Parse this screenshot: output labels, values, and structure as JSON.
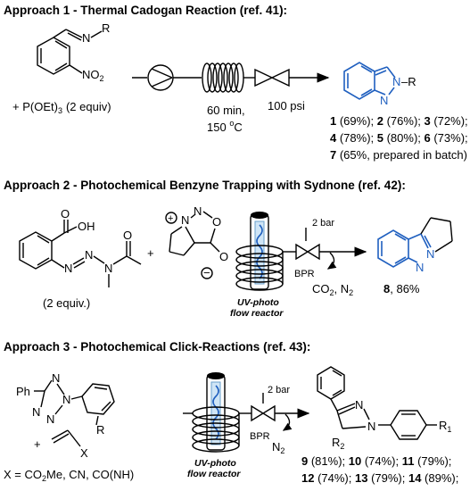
{
  "approach1": {
    "title": "Approach 1 - Thermal Cadogan Reaction (ref. 41):",
    "reagent_n": "N",
    "reagent_r": "R",
    "reagent_no2": "NO",
    "reagent_no2_sub": "2",
    "additive": "+ P(OEt)",
    "additive_sub": "3",
    "additive_equiv": "(2 equiv)",
    "time": "60 min,",
    "temp": "150 ",
    "temp_unit": "o",
    "temp_c": "C",
    "pressure": "100 psi",
    "product_n1": "N",
    "product_n2": "N",
    "product_r": "–R",
    "yields": [
      {
        "num": "1",
        "val": " (69%); "
      },
      {
        "num": "2",
        "val": " (76%); "
      },
      {
        "num": "3",
        "val": " (72%);"
      },
      {
        "num": "4",
        "val": " (78%); "
      },
      {
        "num": "5",
        "val": " (80%); "
      },
      {
        "num": "6",
        "val": " (73%);"
      },
      {
        "num": "7",
        "val": " (65%, prepared in batch)"
      }
    ]
  },
  "approach2": {
    "title": "Approach 2 - Photochemical Benzyne Trapping with Sydnone (ref. 42):",
    "oh": "OH",
    "o": "O",
    "n_atoms": [
      "N",
      "N",
      "N"
    ],
    "equiv": "(2 equiv.)",
    "plus": "+",
    "syd_plus": "+",
    "syd_n1": "N",
    "syd_n2": "N",
    "syd_o1": "O",
    "syd_o2": "O",
    "syd_minus": "−",
    "bar": "2 bar",
    "bpr": "BPR",
    "reactor1": "UV-photo",
    "reactor2": "flow reactor",
    "byproduct": "CO",
    "byproduct_sub": "2",
    "byproduct2": ", N",
    "byproduct2_sub": "2",
    "product_n1": "N",
    "product_n2": "N",
    "yield_num": "8",
    "yield_val": ", 86%"
  },
  "approach3": {
    "title": "Approach 3 - Photochemical Click-Reactions (ref. 43):",
    "ph": "Ph",
    "tz_n": [
      "N",
      "N",
      "N",
      "N"
    ],
    "r": "R",
    "plus": "+",
    "x": "X",
    "x_def": "X = CO",
    "x_def_sub": "2",
    "x_def_rest": "Me, CN, CO(NH)",
    "bar": "2 bar",
    "bpr": "BPR",
    "reactor1": "UV-photo",
    "reactor2": "flow reactor",
    "byproduct": "N",
    "byproduct_sub": "2",
    "p_n1": "N",
    "p_n2": "N",
    "r1": "R",
    "r1_sub": "1",
    "r2": "R",
    "r2_sub": "2",
    "yields": [
      {
        "num": "9",
        "val": " (81%); "
      },
      {
        "num": "10",
        "val": " (74%); "
      },
      {
        "num": "11",
        "val": " (79%);"
      },
      {
        "num": "12",
        "val": " (74%); "
      },
      {
        "num": "13",
        "val": " (79%); "
      },
      {
        "num": "14",
        "val": " (89%);"
      }
    ]
  }
}
